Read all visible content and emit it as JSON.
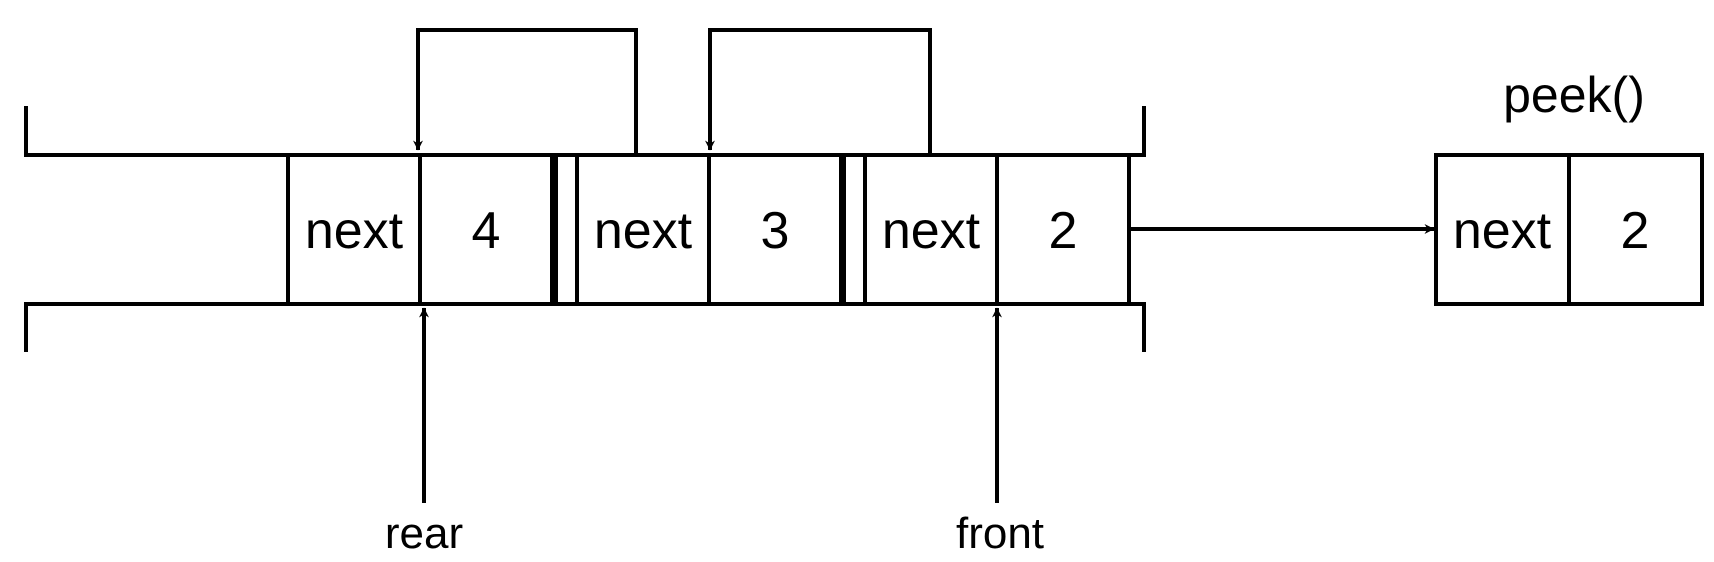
{
  "queue": {
    "nodes": [
      {
        "next_label": "next",
        "value": "4"
      },
      {
        "next_label": "next",
        "value": "3"
      },
      {
        "next_label": "next",
        "value": "2"
      }
    ],
    "rear_label": "rear",
    "front_label": "front"
  },
  "peek": {
    "title": "peek()",
    "next_label": "next",
    "value": "2"
  },
  "colors": {
    "stroke": "#000000",
    "background": "#ffffff"
  }
}
